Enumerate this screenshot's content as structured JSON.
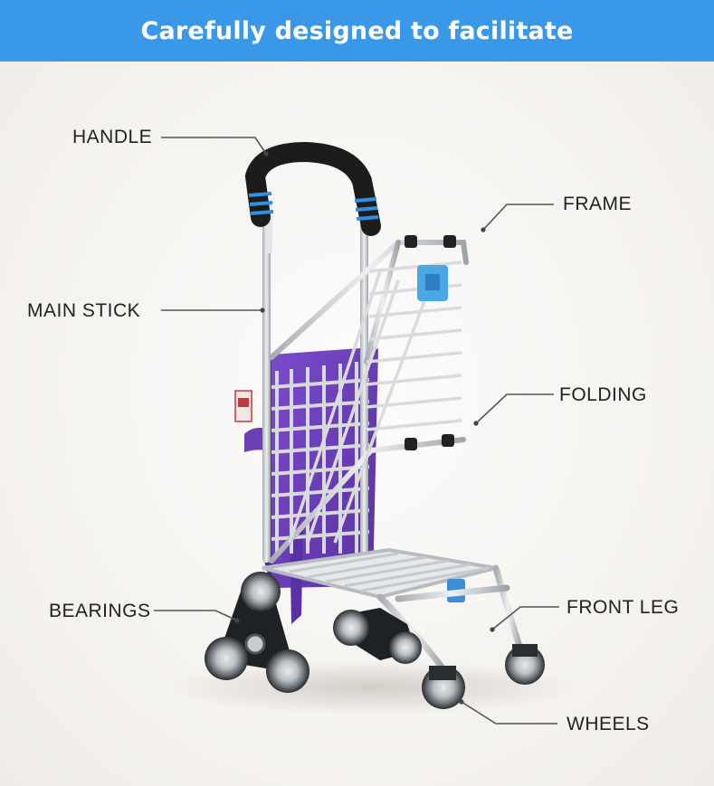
{
  "banner": {
    "title": "Carefully designed to facilitate"
  },
  "callouts": {
    "handle": "HANDLE",
    "main_stick": "MAIN STICK",
    "bearings": "BEARINGS",
    "frame": "FRAME",
    "folding": "FOLDING",
    "front_leg": "FRONT LEG",
    "wheels": "WHEELS"
  },
  "colors": {
    "banner": "#3a98e8",
    "bag": "#6a3fb8",
    "frame": "#c9ccd1",
    "handle_grip": "#1c1c1c",
    "grip_ring": "#2f8fe0",
    "hook": "#4aa8e6",
    "tag": "#c23a3a"
  }
}
